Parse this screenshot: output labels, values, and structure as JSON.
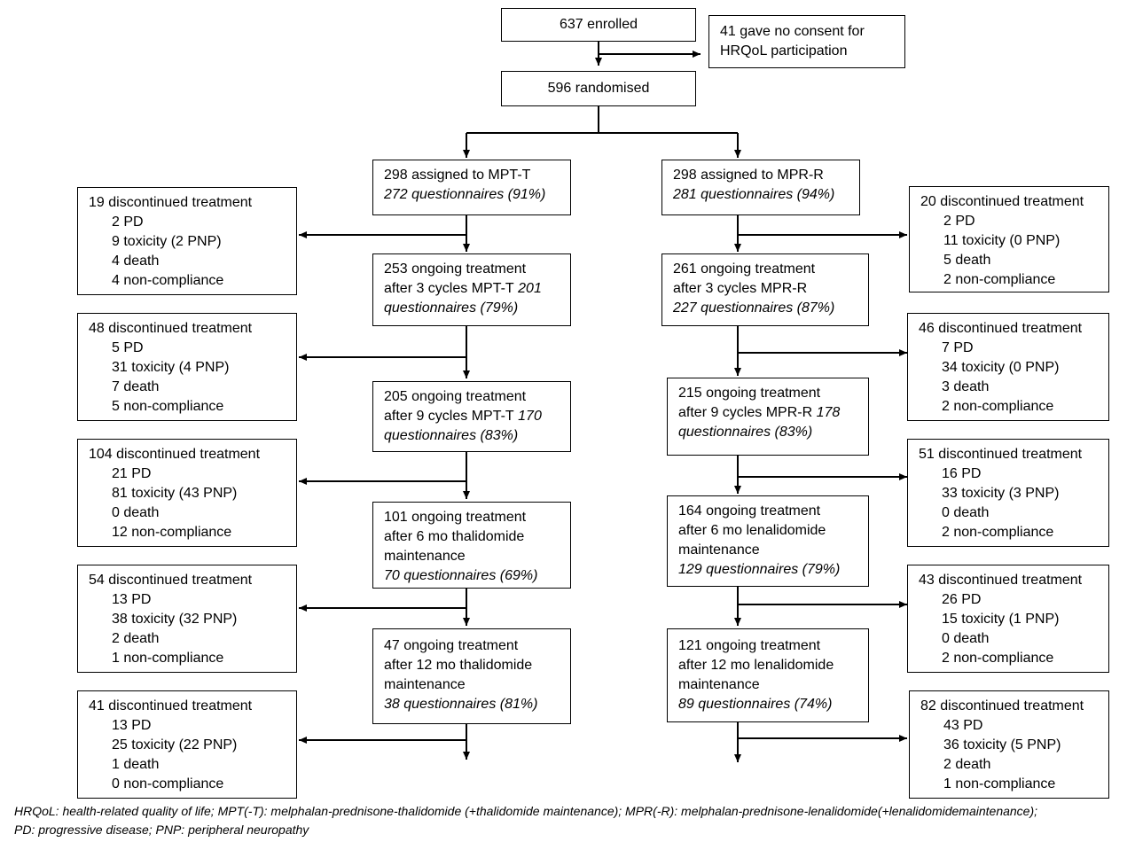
{
  "enrolled": "637 enrolled",
  "no_consent": [
    "41 gave no consent for",
    "HRQoL participation"
  ],
  "randomised": "596 randomised",
  "left": {
    "assigned": {
      "main": "298 assigned to MPT-T",
      "q": "272 questionnaires (91%)"
    },
    "ongoing": [
      {
        "l1": "253 ongoing treatment",
        "l2": "after 3 cycles MPT-T",
        "l2i": " 201",
        "l3": "questionnaires (79%)"
      },
      {
        "l1": "205 ongoing treatment",
        "l2": "after 9 cycles MPT-T",
        "l2i": " 170",
        "l3": "questionnaires (83%)"
      },
      {
        "l1": "101 ongoing treatment",
        "l2": "after 6 mo thalidomide",
        "l3": "maintenance",
        "l4": "70 questionnaires (69%)"
      },
      {
        "l1": "47 ongoing treatment",
        "l2": "after 12 mo thalidomide",
        "l3": "maintenance",
        "l4": "38 questionnaires (81%)"
      }
    ],
    "discontinued": [
      {
        "title": "19 discontinued treatment",
        "pd": "2 PD",
        "tox": "9 toxicity (2 PNP)",
        "death": "4 death",
        "nc": "4 non-compliance"
      },
      {
        "title": "48 discontinued treatment",
        "pd": "5 PD",
        "tox": "31 toxicity (4 PNP)",
        "death": "7 death",
        "nc": "5 non-compliance"
      },
      {
        "title": "104 discontinued treatment",
        "pd": "21 PD",
        "tox": "81 toxicity (43 PNP)",
        "death": "0 death",
        "nc": "12 non-compliance"
      },
      {
        "title": "54 discontinued treatment",
        "pd": "13 PD",
        "tox": "38 toxicity (32 PNP)",
        "death": "2 death",
        "nc": "1 non-compliance"
      },
      {
        "title": "41 discontinued treatment",
        "pd": "13 PD",
        "tox": "25 toxicity (22 PNP)",
        "death": "1 death",
        "nc": "0 non-compliance"
      }
    ]
  },
  "right": {
    "assigned": {
      "main": "298 assigned to MPR-R",
      "q": "281 questionnaires (94%)"
    },
    "ongoing": [
      {
        "l1": "261 ongoing treatment",
        "l2": "after 3 cycles MPR-R",
        "l3": "227 questionnaires (87%)"
      },
      {
        "l1": "215 ongoing treatment",
        "l2": "after 9 cycles MPR-R",
        "l2i": " 178",
        "l3": "questionnaires (83%)"
      },
      {
        "l1": "164 ongoing treatment",
        "l2": "after 6 mo lenalidomide",
        "l3": "maintenance",
        "l4": "129 questionnaires (79%)"
      },
      {
        "l1": "121 ongoing treatment",
        "l2": "after 12 mo lenalidomide",
        "l3": "maintenance",
        "l4": "89 questionnaires (74%)"
      }
    ],
    "discontinued": [
      {
        "title": "20 discontinued treatment",
        "pd": "2 PD",
        "tox": "11 toxicity (0 PNP)",
        "death": "5 death",
        "nc": "2 non-compliance"
      },
      {
        "title": "46 discontinued treatment",
        "pd": "7 PD",
        "tox": "34 toxicity (0 PNP)",
        "death": "3 death",
        "nc": "2 non-compliance"
      },
      {
        "title": "51 discontinued treatment",
        "pd": "16 PD",
        "tox": "33 toxicity (3 PNP)",
        "death": "0 death",
        "nc": "2 non-compliance"
      },
      {
        "title": "43 discontinued treatment",
        "pd": "26 PD",
        "tox": "15 toxicity (1 PNP)",
        "death": "0 death",
        "nc": "2 non-compliance"
      },
      {
        "title": "82 discontinued treatment",
        "pd": "43 PD",
        "tox": "36 toxicity (5 PNP)",
        "death": "2 death",
        "nc": "1 non-compliance"
      }
    ]
  },
  "footnote": {
    "line1": "HRQoL: health-related quality of life; MPT(-T): melphalan-prednisone-thalidomide (+thalidomide maintenance); MPR(-R): melphalan-prednisone-lenalidomide(+lenalidomidemaintenance);",
    "line2": "PD: progressive disease; PNP: peripheral neuropathy"
  }
}
